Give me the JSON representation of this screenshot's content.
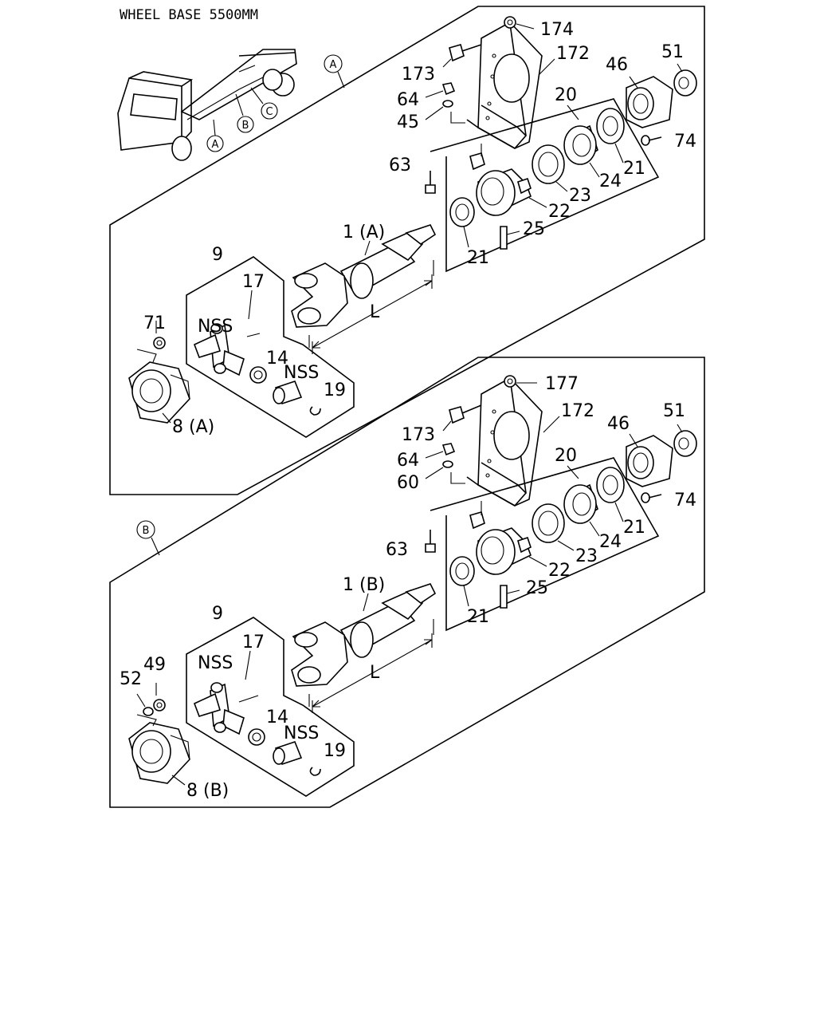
{
  "title": "WHEEL BASE 5500MM",
  "section_markers": {
    "a": "A",
    "b": "B",
    "c": "C"
  },
  "labels": {
    "p174": "174",
    "p173": "173",
    "p172": "172",
    "p64": "64",
    "p45": "45",
    "p46": "46",
    "p51": "51",
    "p20": "20",
    "p74": "74",
    "p21": "21",
    "p24": "24",
    "p63": "63",
    "p23": "23",
    "p22": "22",
    "p25": "25",
    "p1a": "1 (A)",
    "p9": "9",
    "p17": "17",
    "p71": "71",
    "nss": "NSS",
    "p14": "14",
    "p19": "19",
    "p8a": "8 (A)",
    "len": "L",
    "p177": "177",
    "p60": "60",
    "p1b": "1 (B)",
    "p52": "52",
    "p49": "49",
    "p8b": "8 (B)"
  }
}
